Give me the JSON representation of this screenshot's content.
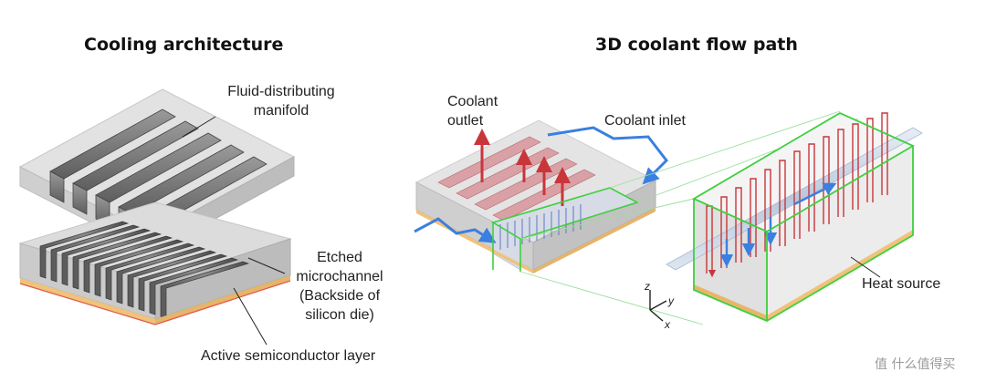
{
  "left_panel": {
    "title": "Cooling architecture",
    "labels": {
      "manifold_line1": "Fluid-distributing",
      "manifold_line2": "manifold",
      "etched_line1": "Etched",
      "etched_line2": "microchannel",
      "etched_line3": "(Backside of",
      "etched_line4": "silicon die)",
      "active_layer": "Active semiconductor layer"
    }
  },
  "right_panel": {
    "title": "3D coolant flow path",
    "labels": {
      "outlet_line1": "Coolant",
      "outlet_line2": "outlet",
      "inlet": "Coolant inlet",
      "heat_source": "Heat source"
    },
    "axes": {
      "z": "z",
      "y": "y",
      "x": "x"
    }
  },
  "watermark": "值 什么值得买",
  "colors": {
    "outline_green": "#3fcf3f",
    "inlet_blue": "#3b7fe0",
    "outlet_red": "#c8363a",
    "heat_gold": "#e8c37a",
    "metal_gray": "#6f6f6f"
  }
}
